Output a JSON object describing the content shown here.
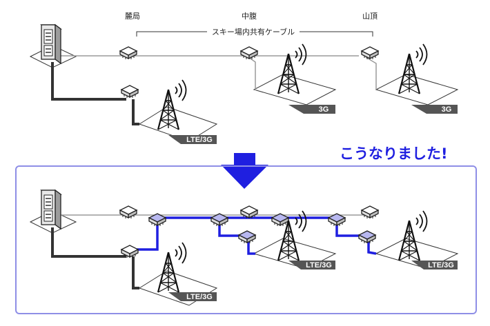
{
  "labels": {
    "base": "麓局",
    "middle": "中腹",
    "summit": "山頂",
    "cable": "スキー場内共有ケーブル"
  },
  "tags": {
    "top_middle": "3G",
    "top_summit": "3G",
    "top_base": "LTE/3G",
    "bottom_base": "LTE/3G",
    "bottom_middle": "LTE/3G",
    "bottom_summit": "LTE/3G"
  },
  "headline": "こうなりました!",
  "colors": {
    "blue": "#1f1fe0",
    "switch_blue": "#b8b8f0",
    "frame": "#8e8ee6",
    "dark_line": "#333333",
    "gray_line": "#9a9a9a",
    "tag_fill": "#555555"
  },
  "icons": {
    "switch": "network-switch-icon",
    "tower": "radio-tower-icon",
    "server": "server-rack-icon",
    "arrow": "down-arrow-icon"
  }
}
